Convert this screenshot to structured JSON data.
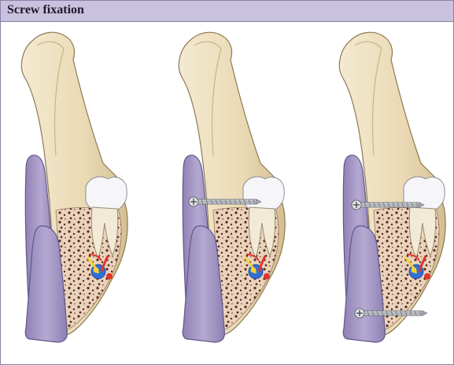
{
  "header": {
    "title": "Screw fixation"
  },
  "colors": {
    "title_bar": "#c9c2de",
    "bone": "#efe3c6",
    "bone_shadow": "#d8c7a0",
    "cancellous": "#e9d3bd",
    "marrow_spots": "#5a2a1c",
    "plate": "#a99cc6",
    "plate_dark": "#7f73a3",
    "tooth": "#f7f7fa",
    "nerve": "#f5d22e",
    "artery": "#e0352a",
    "vein": "#2f6fd8",
    "screw": "#b9bcc2"
  },
  "panels": [
    {
      "id": "panel-no-screw",
      "screws": []
    },
    {
      "id": "panel-one-screw",
      "screws": [
        "upper"
      ]
    },
    {
      "id": "panel-two-screws",
      "screws": [
        "upper",
        "lower"
      ]
    }
  ]
}
